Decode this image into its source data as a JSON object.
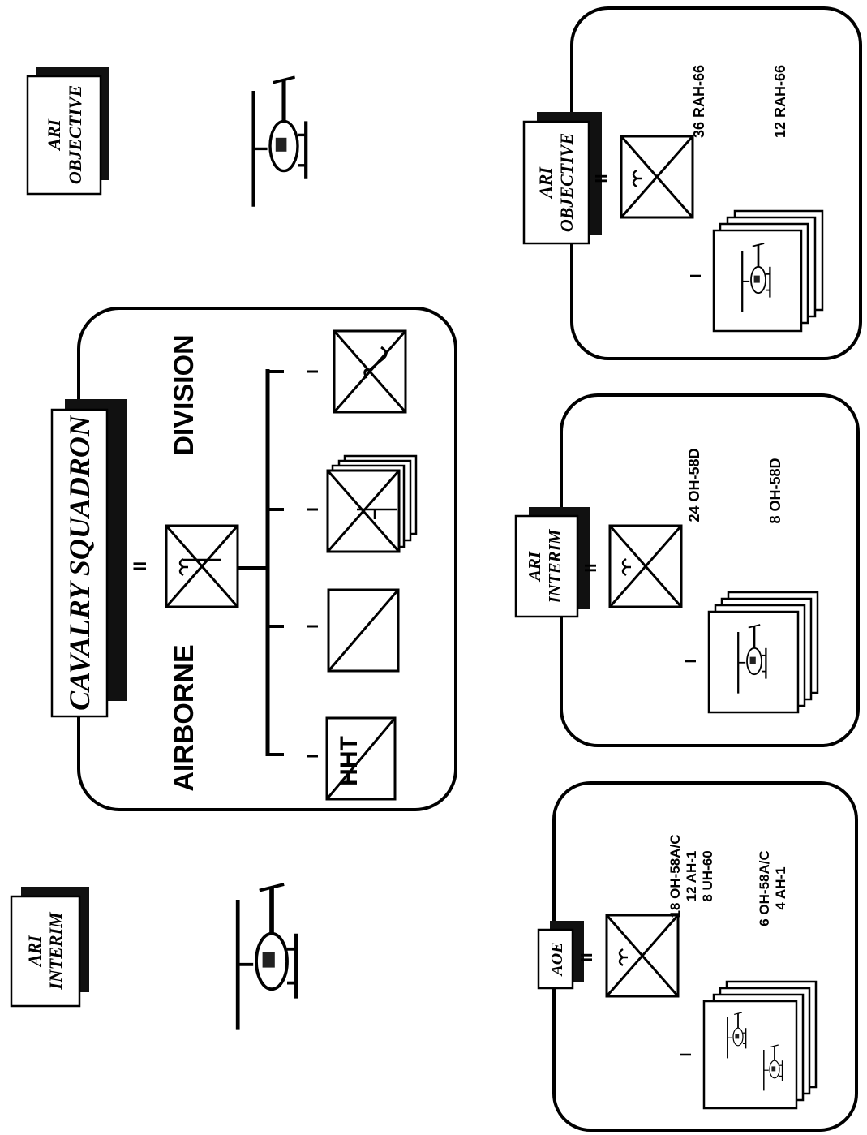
{
  "main": {
    "banner": "CAVALRY SQUADRON",
    "airborne": "AIRBORNE",
    "division": "DIVISION",
    "hht_label": "HHT"
  },
  "left_tags": {
    "objective": [
      "ARI",
      "OBJECTIVE"
    ],
    "interim": [
      "ARI",
      "INTERIM"
    ]
  },
  "panels": {
    "objective": {
      "tag": [
        "ARI",
        "OBJECTIVE"
      ],
      "squadron_text": "36 RAH-66",
      "troop_text": "12 RAH-66"
    },
    "interim": {
      "tag": [
        "ARI",
        "INTERIM"
      ],
      "squadron_text": "24 OH-58D",
      "troop_text": "8 OH-58D"
    },
    "aoe": {
      "tag": "AOE",
      "squadron_text": [
        "18 OH-58A/C",
        "12 AH-1",
        "8 UH-60"
      ],
      "troop_text": [
        "6 OH-58A/C",
        "4 AH-1"
      ]
    }
  },
  "echelon_marks": {
    "squadron": "II",
    "troop": "I"
  },
  "icons": [
    "helicopter-icon",
    "armor-icon",
    "air-cav-icon",
    "ground-cav-icon",
    "maintenance-icon"
  ]
}
